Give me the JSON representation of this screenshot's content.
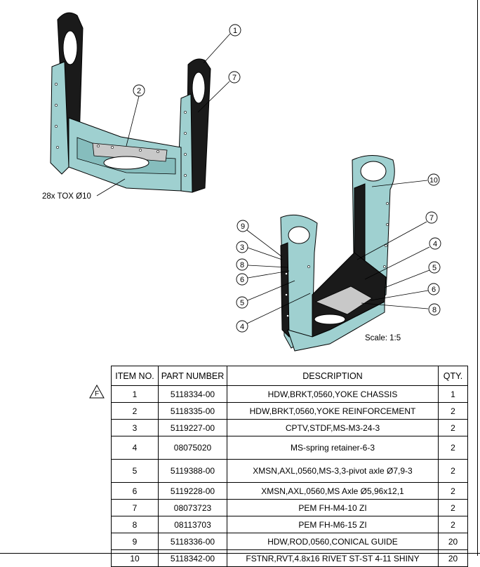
{
  "drawing": {
    "tox_note": "28x TOX Ø10",
    "scale_note": "Scale: 1:5",
    "revision_flag": "F"
  },
  "callouts_top": [
    "1",
    "7",
    "2"
  ],
  "callouts_bottom": [
    "10",
    "7",
    "4",
    "5",
    "6",
    "8",
    "9",
    "3",
    "8",
    "6",
    "5",
    "4"
  ],
  "bom": {
    "headers": [
      "ITEM NO.",
      "PART NUMBER",
      "DESCRIPTION",
      "QTY."
    ],
    "rows": [
      {
        "item": "1",
        "part": "5118334-00",
        "desc": "HDW,BRKT,0560,YOKE CHASSIS",
        "qty": "1"
      },
      {
        "item": "2",
        "part": "5118335-00",
        "desc": "HDW,BRKT,0560,YOKE REINFORCEMENT",
        "qty": "2"
      },
      {
        "item": "3",
        "part": "5119227-00",
        "desc": "CPTV,STDF,MS-M3-24-3",
        "qty": "2"
      },
      {
        "item": "4",
        "part": "08075020",
        "desc": "MS-spring retainer-6-3",
        "qty": "2"
      },
      {
        "item": "5",
        "part": "5119388-00",
        "desc": "XMSN,AXL,0560,MS-3,3-pivot axle Ø7,9-3",
        "qty": "2"
      },
      {
        "item": "6",
        "part": "5119228-00",
        "desc": "XMSN,AXL,0560,MS Axle Ø5,96x12,1",
        "qty": "2"
      },
      {
        "item": "7",
        "part": "08073723",
        "desc": "PEM FH-M4-10 ZI",
        "qty": "2"
      },
      {
        "item": "8",
        "part": "08113703",
        "desc": "PEM FH-M6-15 ZI",
        "qty": "2"
      },
      {
        "item": "9",
        "part": "5118336-00",
        "desc": "HDW,ROD,0560,CONICAL GUIDE",
        "qty": "20"
      },
      {
        "item": "10",
        "part": "5118342-00",
        "desc": "FSTNR,RVT,4.8x16 RIVET ST-ST 4-11 SHINY",
        "qty": "20"
      }
    ]
  },
  "colors": {
    "plate": "#9fd0d0",
    "plate_dark": "#6aa6a6",
    "black_plate": "#1a1a1a",
    "reinforcement": "#c8c8c8",
    "line": "#000000"
  }
}
